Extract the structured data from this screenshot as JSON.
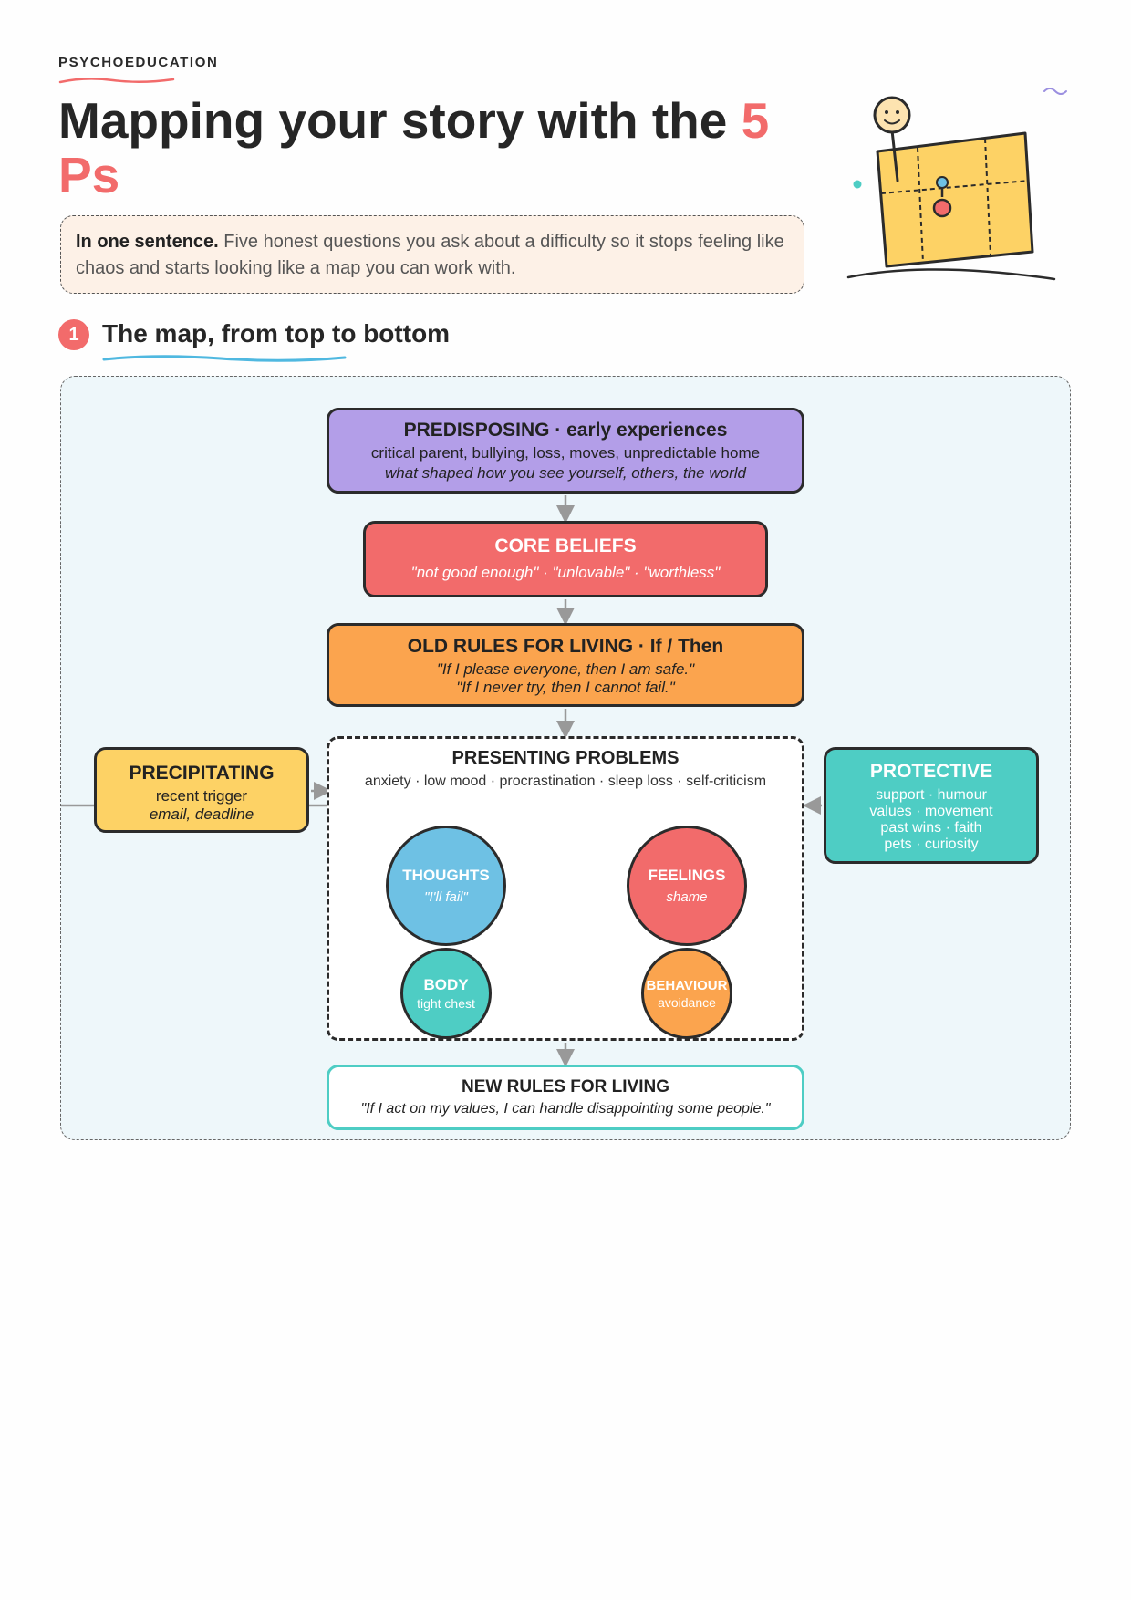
{
  "header": {
    "eyebrow": "PSYCHOEDUCATION",
    "title_main": "Mapping your story with the ",
    "title_accent_a": "5",
    "title_accent_b": "Ps"
  },
  "summary": {
    "lead": "In one sentence.",
    "text": " Five honest questions you ask about a difficulty so it stops feeling like chaos and starts looking like a map you can work with."
  },
  "section": {
    "number": "1",
    "title": "The map, from top to bottom"
  },
  "colors": {
    "coral": "#f26b6b",
    "purple": "#b39ee8",
    "orange": "#fba44e",
    "yellow": "#fdd265",
    "teal": "#4ecdc4",
    "blue": "#6ec1e4",
    "panel_bg": "#eef7fa",
    "summary_bg": "#fdf1e7"
  },
  "diagram": {
    "predisposing": {
      "title": "PREDISPOSING · early experiences",
      "line1": "critical parent, bullying, loss, moves, unpredictable home",
      "line2": "what shaped how you see yourself, others, the world"
    },
    "core_beliefs": {
      "title": "CORE BELIEFS",
      "line1": "\"not good enough\" · \"unlovable\" · \"worthless\""
    },
    "old_rules": {
      "title": "OLD RULES FOR LIVING · If / Then",
      "line1": "\"If I please everyone, then I am safe.\"",
      "line2": "\"If I never try, then I cannot fail.\""
    },
    "precipitating": {
      "title": "PRECIPITATING",
      "line1": "recent trigger",
      "line2": "email, deadline"
    },
    "presenting": {
      "title": "PRESENTING PROBLEMS",
      "line1": "anxiety · low mood · procrastination · sleep loss · self-criticism"
    },
    "protective": {
      "title": "PROTECTIVE",
      "line1": "support · humour",
      "line2": "values · movement",
      "line3": "past wins · faith",
      "line4": "pets · curiosity"
    },
    "thoughts": {
      "title": "THOUGHTS",
      "sub": "\"I'll fail\""
    },
    "feelings": {
      "title": "FEELINGS",
      "sub": "shame"
    },
    "body": {
      "title": "BODY",
      "sub": "tight chest"
    },
    "behaviour": {
      "title": "BEHAVIOUR",
      "sub": "avoidance"
    },
    "new_rules": {
      "title": "NEW RULES FOR LIVING",
      "line1": "\"If I act on my values, I can handle disappointing some people.\""
    }
  }
}
